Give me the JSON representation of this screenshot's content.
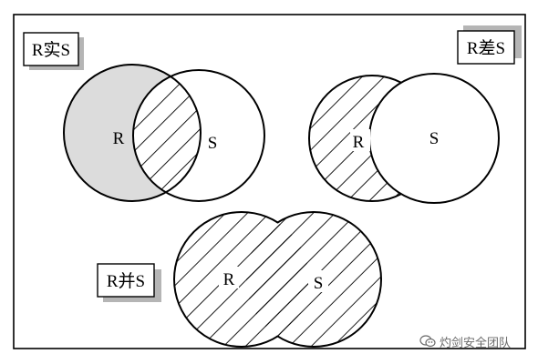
{
  "panels": {
    "intersection": {
      "title": "R实S",
      "set_r": "R",
      "set_s": "S"
    },
    "difference": {
      "title": "R差S",
      "set_r": "R",
      "set_s": "S"
    },
    "union": {
      "title": "R并S",
      "set_r": "R",
      "set_s": "S"
    }
  },
  "watermark": {
    "text": "灼剑安全团队",
    "icon": "wechat-icon"
  },
  "colors": {
    "line": "#000000",
    "shade": "#dcdcdc",
    "label_shadow": "#b5b5b5"
  }
}
